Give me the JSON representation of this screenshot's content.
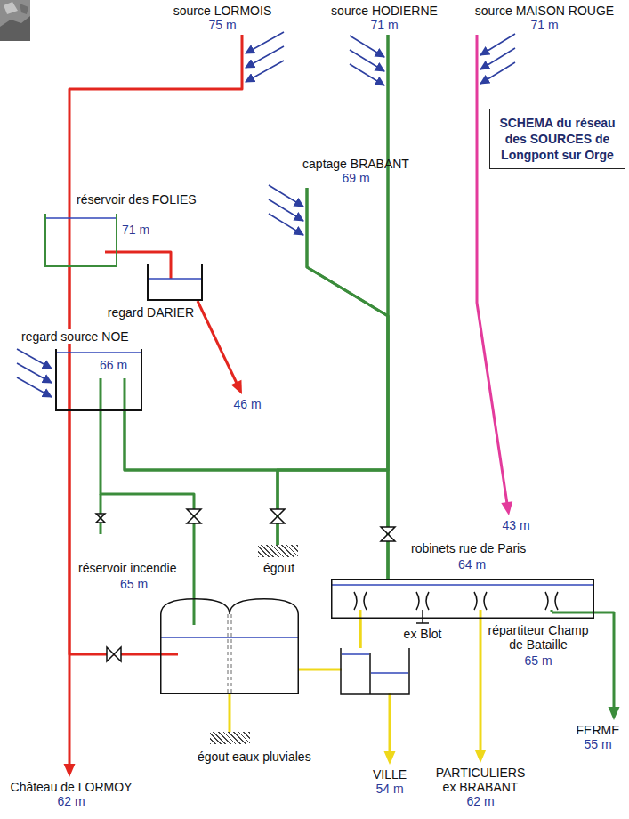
{
  "diagram": {
    "title": "SCHEMA du réseau des SOURCES de Longpont sur Orge",
    "nodes": [
      {
        "text": [
          "source LORMOIS",
          "75 m"
        ]
      },
      {
        "text": [
          "source HODIERNE",
          "71 m"
        ]
      },
      {
        "text": [
          "source MAISON ROUGE",
          "71 m"
        ]
      },
      {
        "text": [
          "réservoir des FOLIES",
          "71 m"
        ]
      },
      {
        "text": [
          "captage BRABANT",
          "69 m"
        ]
      },
      {
        "text": [
          "regard DARIER"
        ]
      },
      {
        "text": [
          "regard source NOE",
          "66 m"
        ]
      },
      {
        "text": [
          "46 m"
        ]
      },
      {
        "text": [
          "43 m"
        ]
      },
      {
        "text": [
          "égout"
        ]
      },
      {
        "text": [
          "répartiteur Champ de Bataille",
          "65 m"
        ]
      },
      {
        "text": [
          "réservoir incendie",
          "65 m"
        ]
      },
      {
        "text": [
          "égout eaux pluviales"
        ]
      },
      {
        "text": [
          "VILLE",
          "54 m"
        ]
      },
      {
        "text": [
          "PARTICULIERS ex BRABANT",
          "62 m"
        ]
      },
      {
        "text": [
          "FERME",
          "55 m"
        ]
      },
      {
        "text": [
          "Château de LORMOY",
          "62 m"
        ]
      }
    ],
    "edges": [
      {
        "from": 0,
        "to": 3,
        "arrow": "none"
      },
      {
        "from": 3,
        "to": 5,
        "arrow": "none"
      },
      {
        "from": 5,
        "to": 7,
        "arrow": "to"
      },
      {
        "from": 3,
        "to": 11,
        "arrow": "none"
      },
      {
        "from": 3,
        "to": 16,
        "arrow": "to"
      },
      {
        "from": 1,
        "to": 10,
        "arrow": "none"
      },
      {
        "from": 4,
        "to": 10,
        "arrow": "none"
      },
      {
        "from": 6,
        "to": 10,
        "arrow": "none"
      },
      {
        "from": 1,
        "to": 9,
        "arrow": "none"
      },
      {
        "from": 4,
        "to": 9,
        "arrow": "none"
      },
      {
        "from": 6,
        "to": 9,
        "arrow": "none"
      },
      {
        "from": 6,
        "to": 11,
        "arrow": "none"
      },
      {
        "from": 2,
        "to": 8,
        "arrow": "to"
      },
      {
        "from": 10,
        "to": 13,
        "arrow": "to"
      },
      {
        "from": 10,
        "to": 14,
        "arrow": "to"
      },
      {
        "from": 10,
        "to": 15,
        "arrow": "to"
      },
      {
        "from": 10,
        "to": 11,
        "arrow": "none"
      },
      {
        "from": 11,
        "to": 12,
        "arrow": "none"
      }
    ],
    "labels": [
      "robinets rue de Paris",
      "64 m",
      "ex Blot"
    ]
  }
}
